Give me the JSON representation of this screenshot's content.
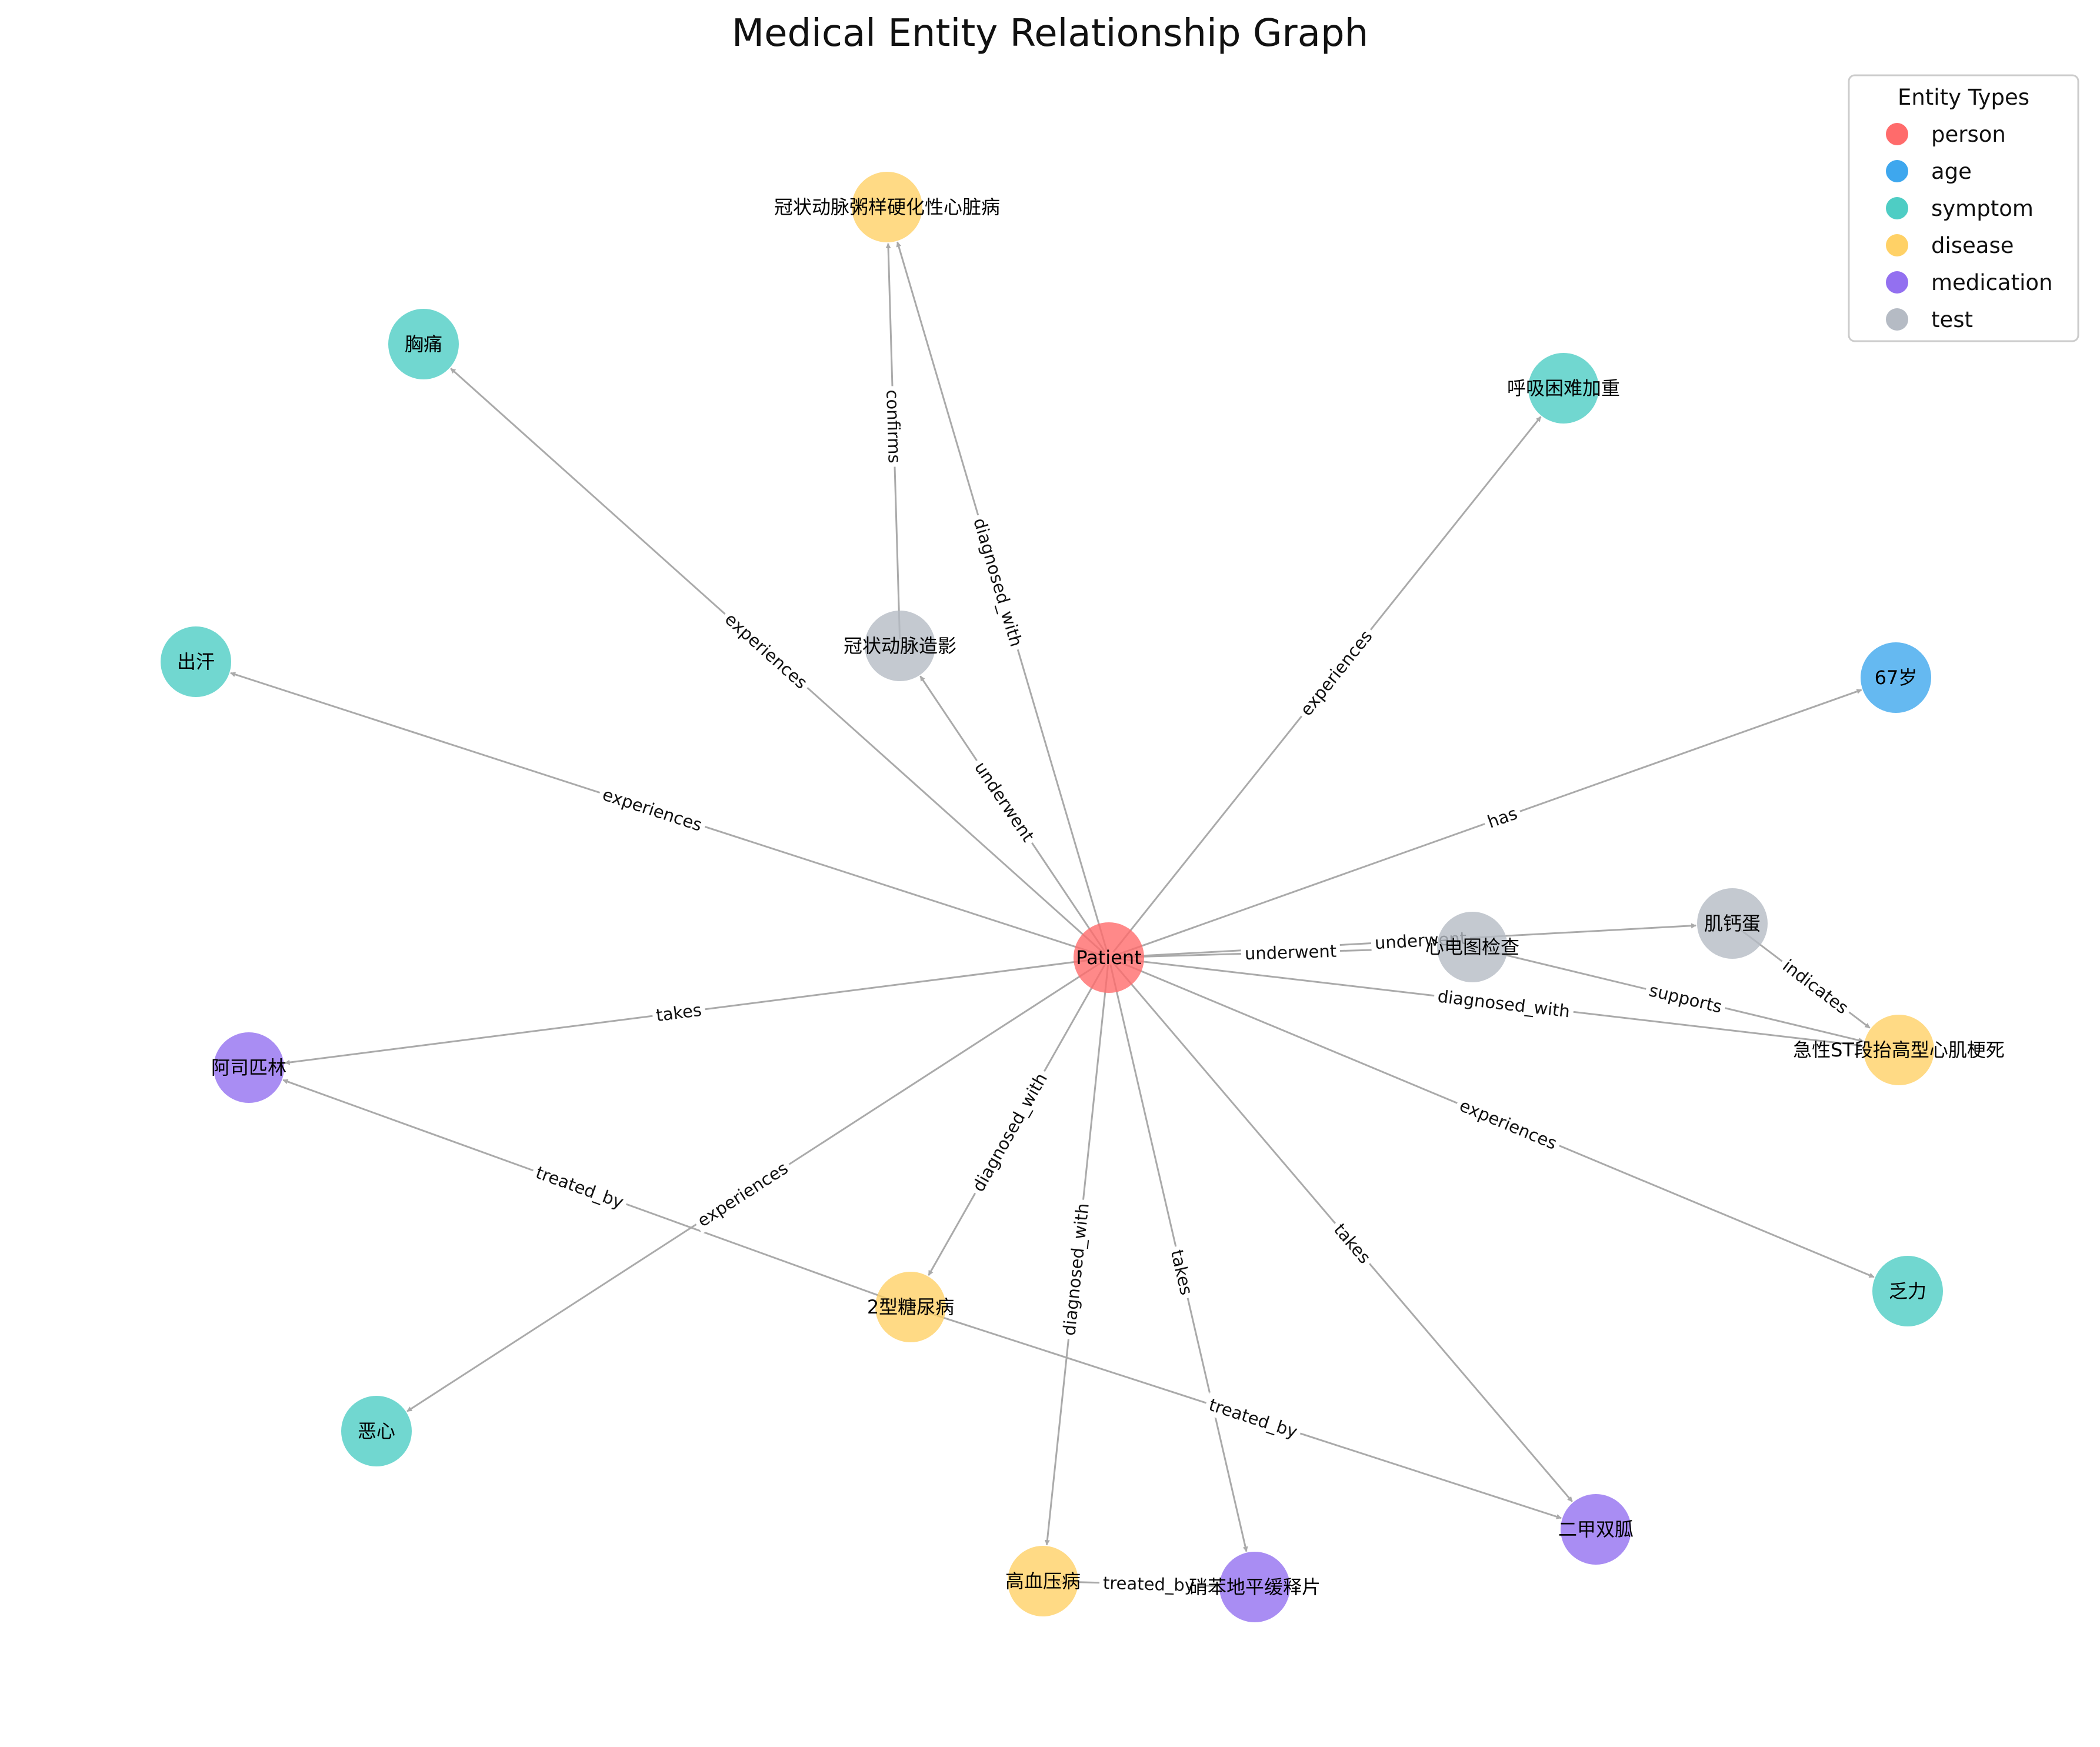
{
  "title": "Medical Entity Relationship Graph",
  "legend": {
    "title": "Entity Types",
    "items": [
      {
        "type": "person",
        "label": "person",
        "color": "#FF6B6B"
      },
      {
        "type": "age",
        "label": "age",
        "color": "#3EA7EE"
      },
      {
        "type": "symptom",
        "label": "symptom",
        "color": "#4ECDC4"
      },
      {
        "type": "disease",
        "label": "disease",
        "color": "#FFD166"
      },
      {
        "type": "medication",
        "label": "medication",
        "color": "#9370F0"
      },
      {
        "type": "test",
        "label": "test",
        "color": "#B5BBC4"
      }
    ]
  },
  "nodes": [
    {
      "id": "patient",
      "label": "Patient",
      "type": "person"
    },
    {
      "id": "disease_top",
      "label": "冠状动脉粥样硬化性心脏病",
      "type": "disease"
    },
    {
      "id": "sym_1",
      "label": "胸痛",
      "type": "symptom"
    },
    {
      "id": "sym_2",
      "label": "呼吸困难加重",
      "type": "symptom"
    },
    {
      "id": "sym_3",
      "label": "出汗",
      "type": "symptom"
    },
    {
      "id": "test_angio",
      "label": "冠状动脉造影",
      "type": "test"
    },
    {
      "id": "age",
      "label": "67岁",
      "type": "age"
    },
    {
      "id": "test_ecg",
      "label": "心电图检查",
      "type": "test"
    },
    {
      "id": "test_troponin",
      "label": "肌钙蛋",
      "type": "test"
    },
    {
      "id": "disease_stemi",
      "label": "急性ST段抬高型心肌梗死",
      "type": "disease"
    },
    {
      "id": "med_1",
      "label": "阿司匹林",
      "type": "medication"
    },
    {
      "id": "sym_4",
      "label": "乏力",
      "type": "symptom"
    },
    {
      "id": "disease_dm",
      "label": "2型糖尿病",
      "type": "disease"
    },
    {
      "id": "sym_5",
      "label": "恶心",
      "type": "symptom"
    },
    {
      "id": "disease_htn",
      "label": "高血压病",
      "type": "disease"
    },
    {
      "id": "med_2",
      "label": "硝苯地平缓释片",
      "type": "medication"
    },
    {
      "id": "med_3",
      "label": "二甲双胍",
      "type": "medication"
    }
  ],
  "edges": [
    {
      "source": "patient",
      "target": "sym_1",
      "label": "experiences"
    },
    {
      "source": "patient",
      "target": "disease_top",
      "label": "diagnosed_with"
    },
    {
      "source": "test_angio",
      "target": "disease_top",
      "label": "confirms"
    },
    {
      "source": "patient",
      "target": "test_angio",
      "label": "underwent"
    },
    {
      "source": "patient",
      "target": "sym_2",
      "label": "experiences"
    },
    {
      "source": "patient",
      "target": "sym_3",
      "label": "experiences"
    },
    {
      "source": "patient",
      "target": "age",
      "label": "has"
    },
    {
      "source": "patient",
      "target": "test_ecg",
      "label": "underwent"
    },
    {
      "source": "patient",
      "target": "test_troponin",
      "label": "underwent"
    },
    {
      "source": "test_troponin",
      "target": "disease_stemi",
      "label": "indicates"
    },
    {
      "source": "test_ecg",
      "target": "disease_stemi",
      "label": "supports"
    },
    {
      "source": "patient",
      "target": "disease_stemi",
      "label": "diagnosed_with"
    },
    {
      "source": "patient",
      "target": "med_1",
      "label": "takes"
    },
    {
      "source": "disease_dm",
      "target": "med_1",
      "label": "treated_by"
    },
    {
      "source": "patient",
      "target": "sym_5",
      "label": "experiences"
    },
    {
      "source": "patient",
      "target": "disease_dm",
      "label": "diagnosed_with"
    },
    {
      "source": "patient",
      "target": "disease_htn",
      "label": "diagnosed_with"
    },
    {
      "source": "patient",
      "target": "med_2",
      "label": "takes"
    },
    {
      "source": "patient",
      "target": "med_3",
      "label": "takes"
    },
    {
      "source": "disease_dm",
      "target": "med_3",
      "label": "treated_by"
    },
    {
      "source": "disease_htn",
      "target": "med_2",
      "label": "treated_by"
    },
    {
      "source": "patient",
      "target": "sym_4",
      "label": "experiences"
    }
  ]
}
